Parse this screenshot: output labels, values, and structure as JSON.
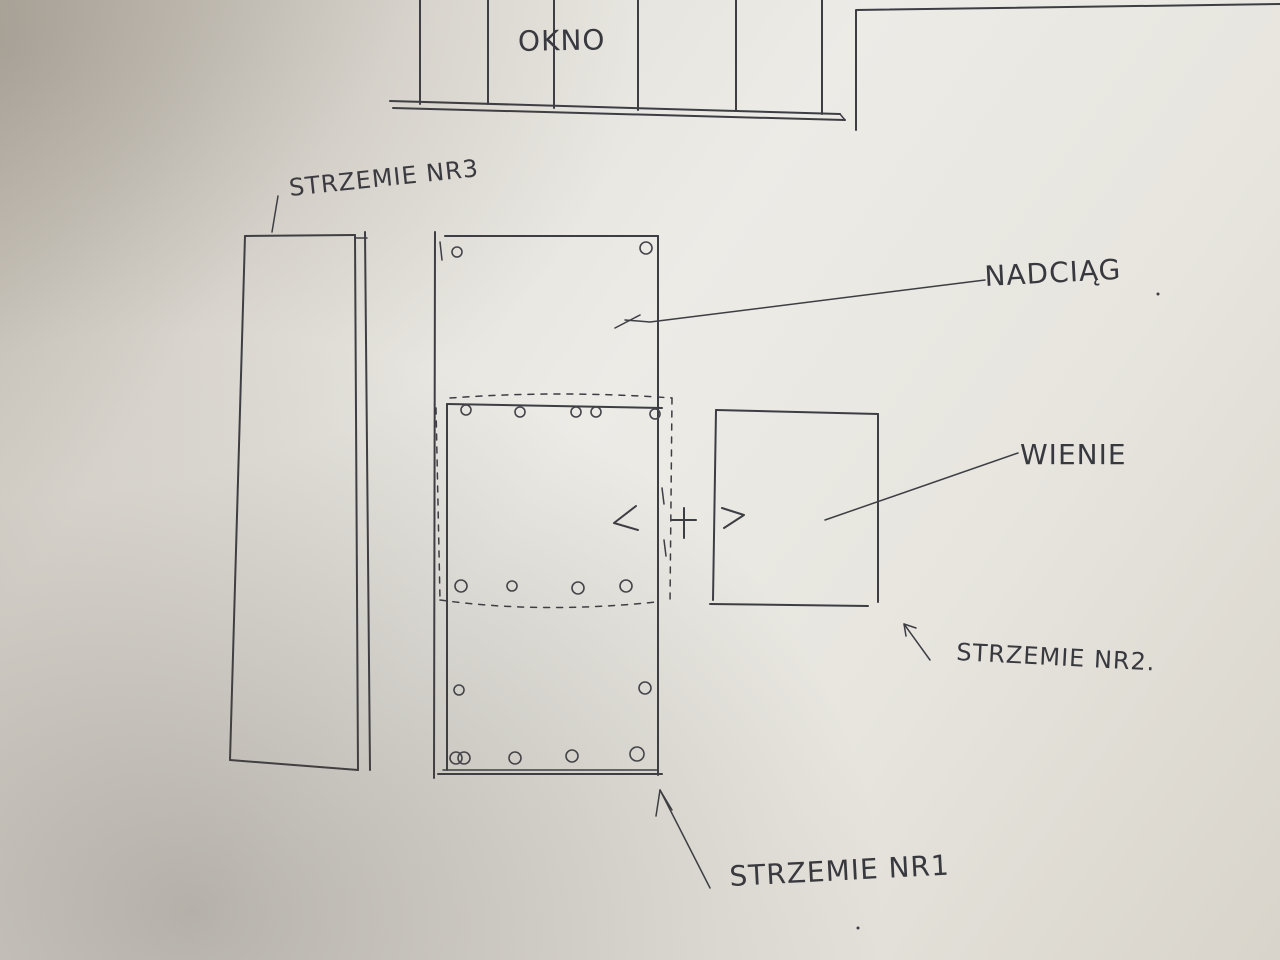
{
  "labels": {
    "okno": "OKNO",
    "strzemie_nr3": "STRZEMIE NR3",
    "nadciag": "NADCIĄG",
    "wieniec": "WIENIE",
    "strzemie_nr2": "STRZEMIE NR2.",
    "strzemie_nr1": "STRZEMIE NR1"
  },
  "colors": {
    "paper": "#ecebe6",
    "ink": "#3d3d44"
  }
}
